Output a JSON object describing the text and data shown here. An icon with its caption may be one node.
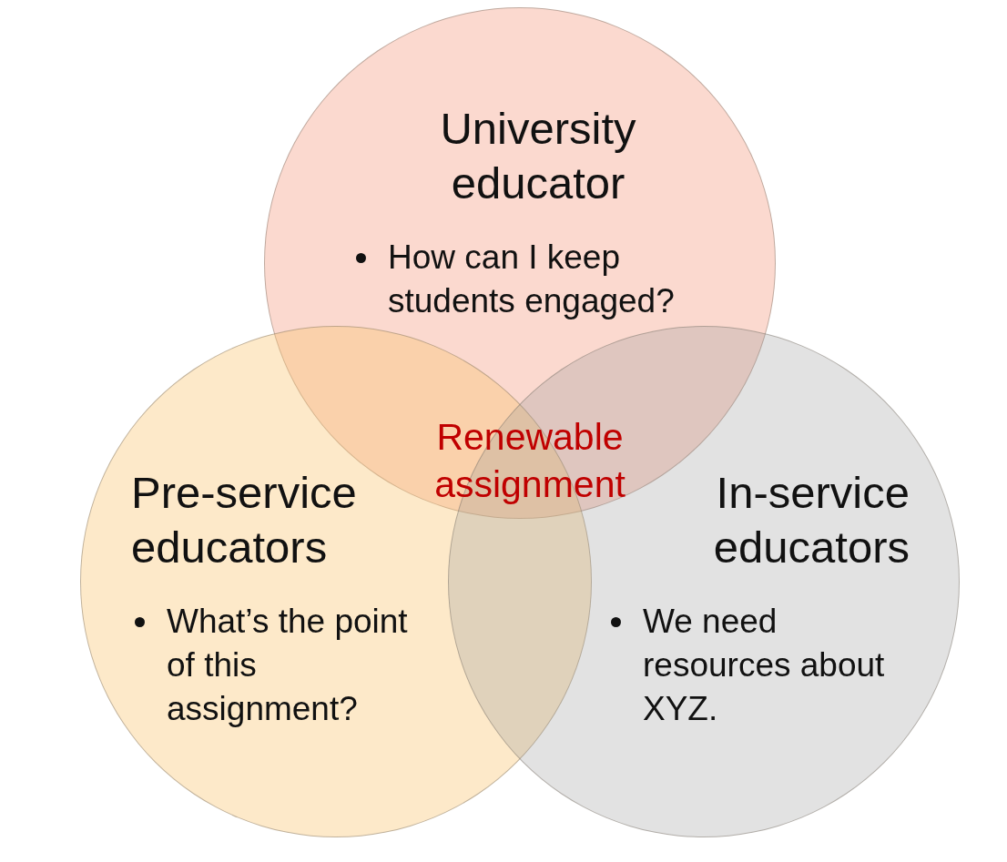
{
  "diagram": {
    "nodes": [
      {
        "text": [
          "University educator",
          "How can I keep students engaged?"
        ]
      },
      {
        "text": [
          "Pre-service educators",
          "What’s the point of this assignment?"
        ]
      },
      {
        "text": [
          "In-service educators",
          "We need resources about XYZ."
        ]
      }
    ],
    "labels": [
      "Renewable assignment"
    ]
  }
}
